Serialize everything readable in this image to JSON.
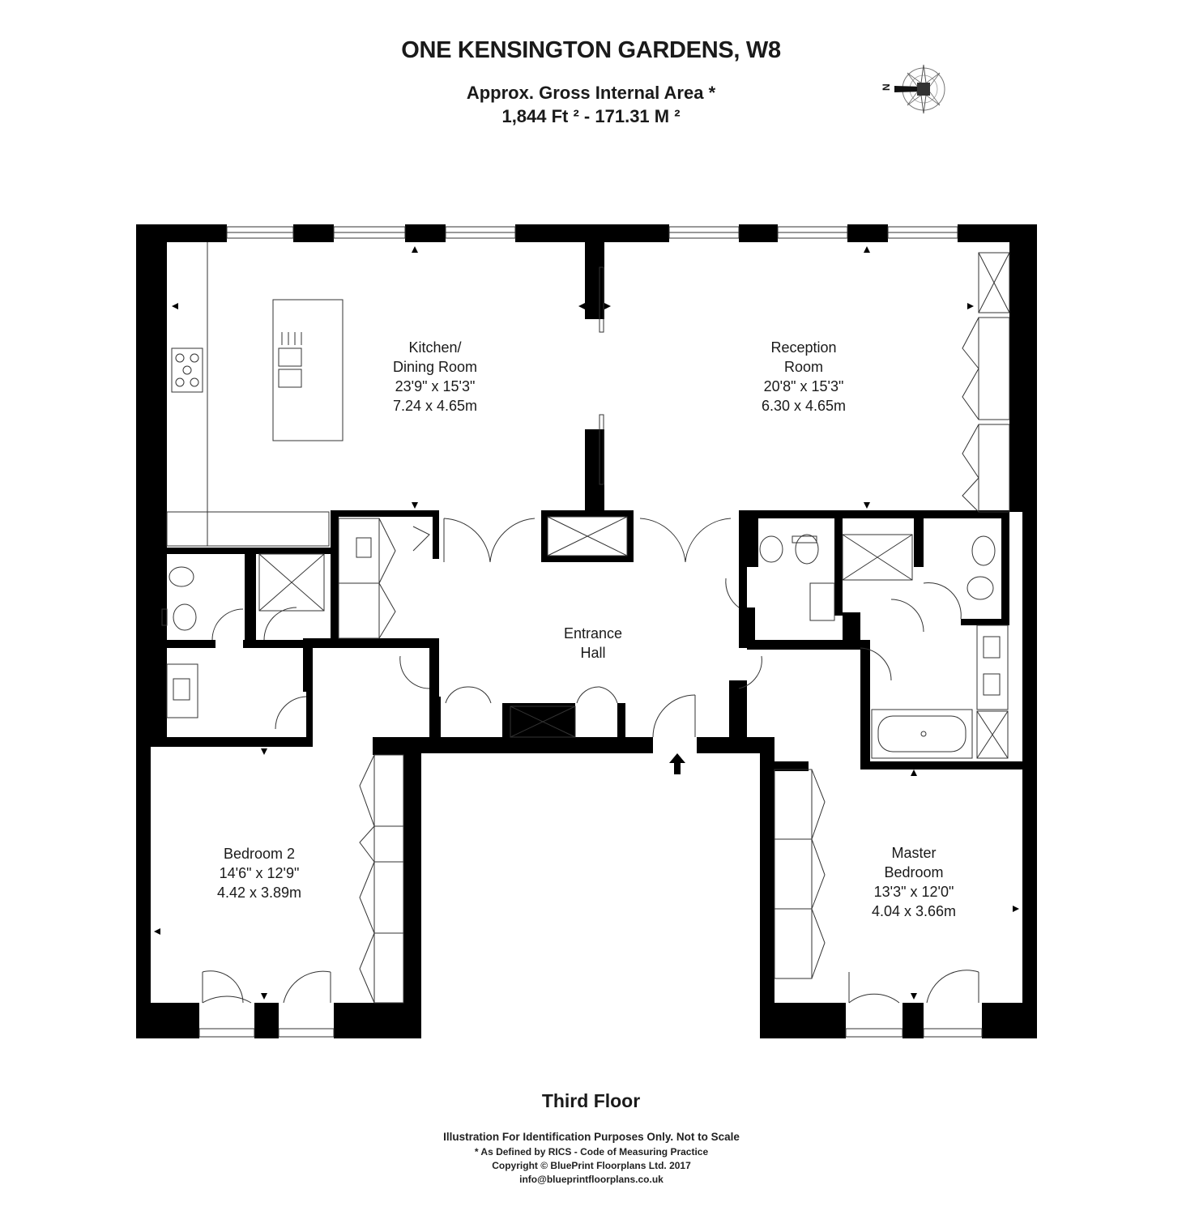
{
  "header": {
    "title": "ONE KENSINGTON GARDENS, W8",
    "area_label": "Approx. Gross Internal Area *",
    "area_values": "1,844 Ft ²  -  171.31 M ²"
  },
  "compass": {
    "north_label": "N",
    "icon": "compass-icon"
  },
  "rooms": {
    "kitchen": {
      "name1": "Kitchen/",
      "name2": "Dining Room",
      "imperial": "23'9\" x 15'3\"",
      "metric": "7.24 x 4.65m"
    },
    "reception": {
      "name1": "Reception",
      "name2": "Room",
      "imperial": "20'8\" x 15'3\"",
      "metric": "6.30 x 4.65m"
    },
    "entrance": {
      "name1": "Entrance",
      "name2": "Hall"
    },
    "bedroom2": {
      "name1": "Bedroom 2",
      "imperial": "14'6\" x 12'9\"",
      "metric": "4.42 x 3.89m"
    },
    "master": {
      "name1": "Master",
      "name2": "Bedroom",
      "imperial": "13'3\" x 12'0\"",
      "metric": "4.04 x 3.66m"
    }
  },
  "floor_label": "Third Floor",
  "footer": {
    "line1": "Illustration For Identification Purposes Only. Not to Scale",
    "line2": "* As Defined by RICS - Code of Measuring Practice",
    "line3": "Copyright © BluePrint Floorplans Ltd. 2017",
    "line4": "info@blueprintfloorplans.co.uk"
  },
  "colors": {
    "wall": "#000000",
    "line": "#333333",
    "background": "#ffffff"
  }
}
